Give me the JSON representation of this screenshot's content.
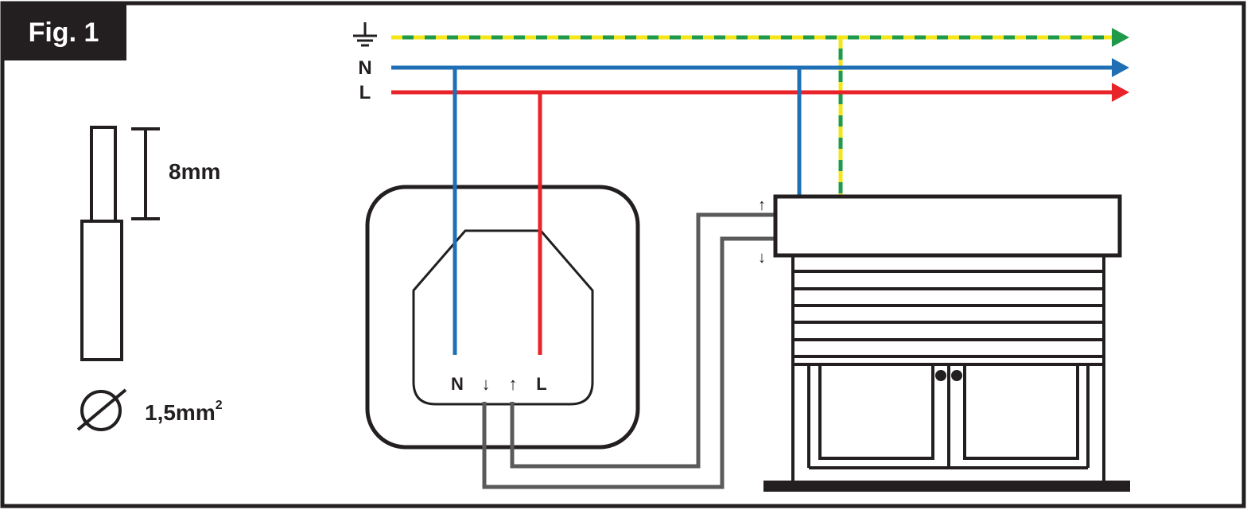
{
  "figure": {
    "label": "Fig. 1"
  },
  "wire_spec": {
    "strip_length": "8mm",
    "cross_section": "1,5mm",
    "cross_section_sup": "2",
    "diameter_symbol_icon": "diameter-icon"
  },
  "supply_lines": {
    "earth_icon": "ground-icon",
    "neutral_label": "N",
    "live_label": "L"
  },
  "switch_terminals": {
    "n": "N",
    "down": "↓",
    "up": "↑",
    "l": "L"
  },
  "motor_terminals": {
    "up": "↑",
    "down": "↓"
  },
  "colors": {
    "outline": "#231f20",
    "neutral": "#1f6fb5",
    "live": "#e8232a",
    "earth_green": "#1f9a4a",
    "earth_yellow": "#f4e61a",
    "control_wire": "#5a5a5a"
  }
}
